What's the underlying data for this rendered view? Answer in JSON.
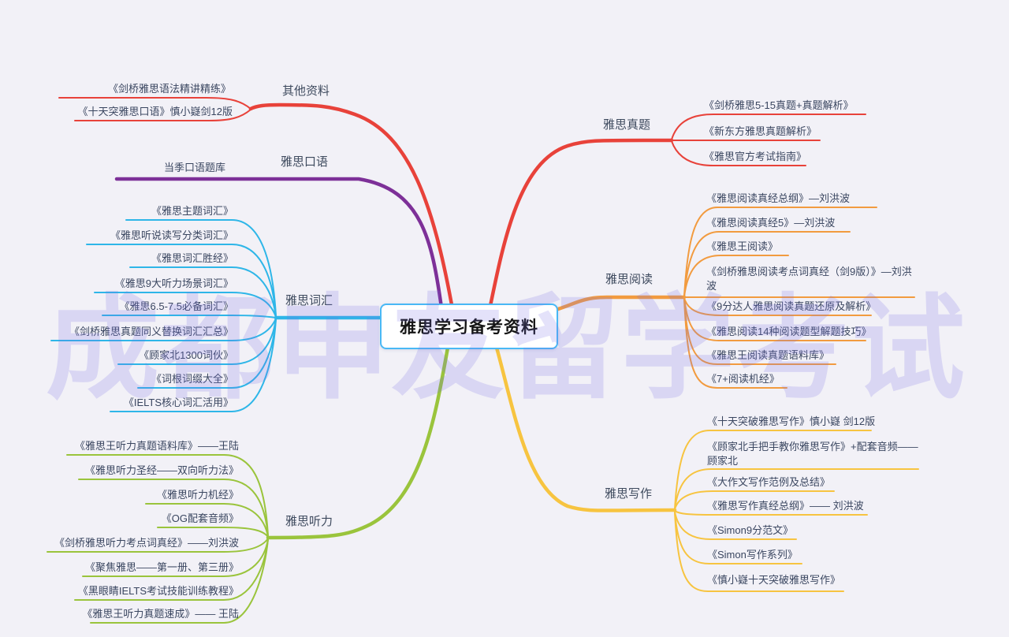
{
  "title": "雅思学习备考资料",
  "watermark": "成都申友留学考试",
  "colors": {
    "background": "#f2f1f7",
    "central_border": "#49b8f5",
    "watermark": "#7a70e4",
    "label_text": "#3e4a5e",
    "item_text": "#3a4660"
  },
  "branches": [
    {
      "label": "其他资料",
      "color": "#e8423a",
      "items": [
        {
          "text": "《剑桥雅思语法精讲精练》"
        },
        {
          "text": "《十天突雅思口语》慎小嶷剑12版"
        }
      ]
    },
    {
      "label": "雅思口语",
      "color": "#7d3098",
      "items": [
        {
          "text": "当季口语题库"
        }
      ]
    },
    {
      "label": "雅思词汇",
      "color": "#2eb6e8",
      "items": [
        {
          "text": "《雅思主题词汇》"
        },
        {
          "text": "《雅思听说读写分类词汇》"
        },
        {
          "text": "《雅思词汇胜经》"
        },
        {
          "text": "《雅思9大听力场景词汇》"
        },
        {
          "text": "《雅思6.5-7.5必备词汇》"
        },
        {
          "text": "《剑桥雅思真题同义替换词汇汇总》"
        },
        {
          "text": "《顾家北1300词伙》"
        },
        {
          "text": "《词根词缀大全》"
        },
        {
          "text": "《IELTS核心词汇活用》"
        }
      ]
    },
    {
      "label": "雅思听力",
      "color": "#9ac43c",
      "items": [
        {
          "text": "《雅思王听力真题语料库》——王陆"
        },
        {
          "text": "《雅思听力圣经——双向听力法》"
        },
        {
          "text": "《雅思听力机经》"
        },
        {
          "text": "《OG配套音频》"
        },
        {
          "text": "《剑桥雅思听力考点词真经》——刘洪波"
        },
        {
          "text": "《聚焦雅思——第一册、第三册》"
        },
        {
          "text": "《黑眼睛IELTS考试技能训练教程》"
        },
        {
          "text": "《雅思王听力真题速成》—— 王陆"
        }
      ]
    },
    {
      "label": "雅思真题",
      "color": "#e8423a",
      "items": [
        {
          "text": "《剑桥雅思5-15真题+真题解析》"
        },
        {
          "text": "《新东方雅思真题解析》"
        },
        {
          "text": "《雅思官方考试指南》"
        }
      ]
    },
    {
      "label": "雅思阅读",
      "color": "#f29b3f",
      "items": [
        {
          "text": "《雅思阅读真经总纲》—刘洪波"
        },
        {
          "text": "《雅思阅读真经5》—刘洪波"
        },
        {
          "text": "《雅思王阅读》"
        },
        {
          "text": "《剑桥雅思阅读考点词真经（剑9版）》—刘洪波"
        },
        {
          "text": "《9分达人雅思阅读真题还原及解析》"
        },
        {
          "text": "《雅思阅读14种阅读题型解题技巧》"
        },
        {
          "text": "《雅思王阅读真题语料库》"
        },
        {
          "text": "《7+阅读机经》"
        }
      ]
    },
    {
      "label": "雅思写作",
      "color": "#f7c440",
      "items": [
        {
          "text": "《十天突破雅思写作》慎小嶷 剑12版"
        },
        {
          "text": "《顾家北手把手教你雅思写作》+配套音频——顾家北"
        },
        {
          "text": "《大作文写作范例及总结》"
        },
        {
          "text": "《雅思写作真经总纲》—— 刘洪波"
        },
        {
          "text": "《Simon9分范文》"
        },
        {
          "text": "《Simon写作系列》"
        },
        {
          "text": "《慎小嶷十天突破雅思写作》"
        }
      ]
    }
  ]
}
